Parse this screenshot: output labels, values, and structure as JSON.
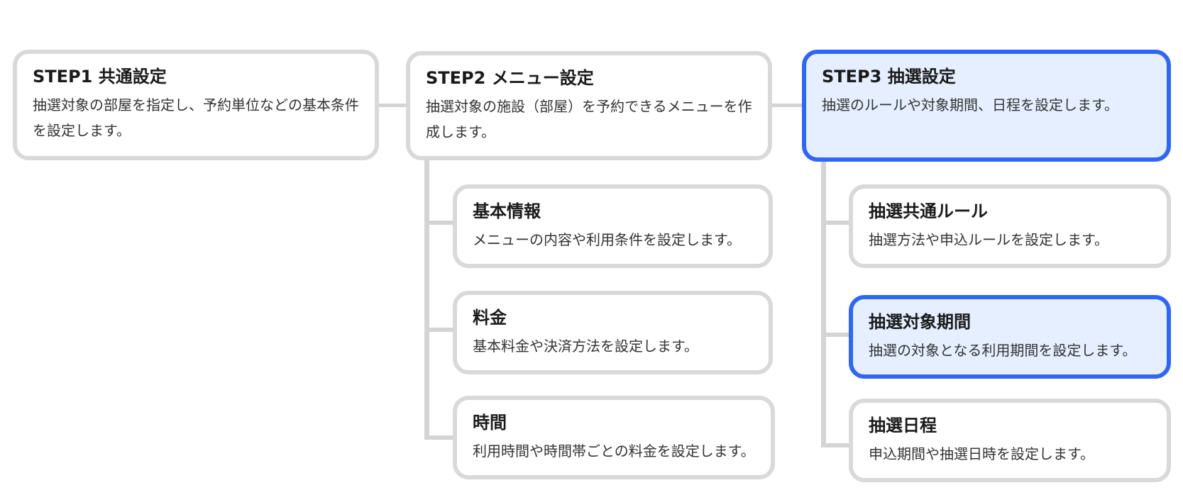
{
  "colors": {
    "border": "#d9d9d9",
    "active_border": "#2f66f5",
    "active_fill": "#e5efff",
    "connector": "#d4d4d4"
  },
  "steps": [
    {
      "title": "STEP1 共通設定",
      "description": "抽選対象の部屋を指定し、予約単位などの基本条件を設定します。"
    },
    {
      "title": "STEP2 メニュー設定",
      "description": "抽選対象の施設（部屋）を予約できるメニューを作成します。",
      "children": [
        {
          "title": "基本情報",
          "description": "メニューの内容や利用条件を設定します。"
        },
        {
          "title": "料金",
          "description": "基本料金や決済方法を設定します。"
        },
        {
          "title": "時間",
          "description": "利用時間や時間帯ごとの料金を設定します。"
        }
      ]
    },
    {
      "title": "STEP3 抽選設定",
      "description": "抽選のルールや対象期間、日程を設定します。",
      "highlighted": true,
      "children": [
        {
          "title": "抽選共通ルール",
          "description": "抽選方法や申込ルールを設定します。"
        },
        {
          "title": "抽選対象期間",
          "description": "抽選の対象となる利用期間を設定します。",
          "highlighted": true
        },
        {
          "title": "抽選日程",
          "description": "申込期間や抽選日時を設定します。"
        }
      ]
    }
  ]
}
